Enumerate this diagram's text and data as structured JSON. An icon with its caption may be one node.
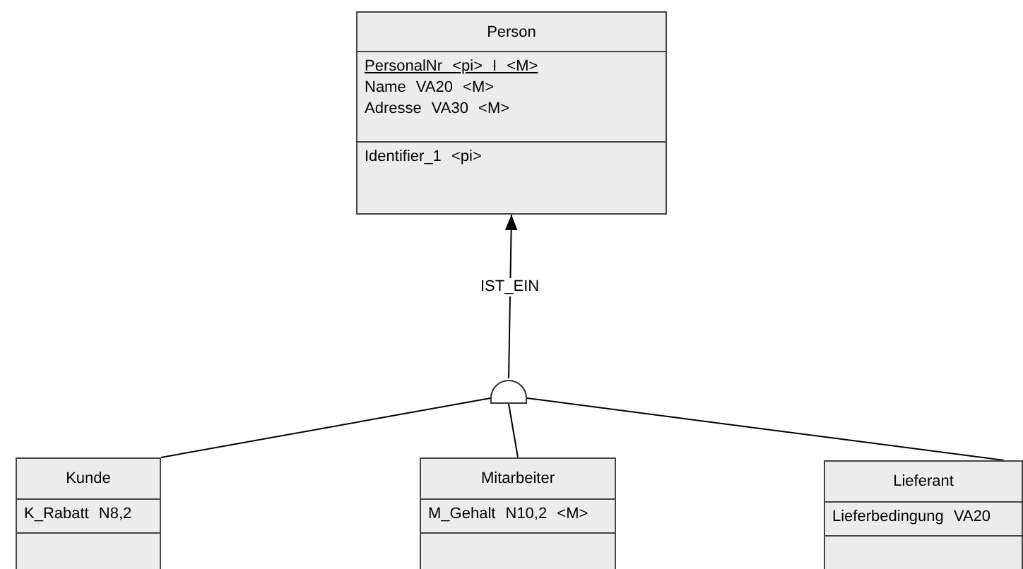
{
  "diagram": {
    "nodes": [
      {
        "text": [
          "Person",
          "PersonalNr <pi> I <M>",
          "Name VA20 <M>",
          "Adresse VA30 <M>",
          "Identifier_1 <pi>"
        ]
      },
      {
        "text": [],
        "shape": "semicircle"
      },
      {
        "text": [
          "Kunde",
          "K_Rabatt N8,2"
        ]
      },
      {
        "text": [
          "Mitarbeiter",
          "M_Gehalt N10,2 <M>"
        ]
      },
      {
        "text": [
          "Lieferant",
          "Lieferbedingung VA20"
        ]
      }
    ],
    "edges": [
      {
        "from": 1,
        "to": 0,
        "arrow": "to",
        "label": "IST_EIN"
      },
      {
        "from": 2,
        "to": 1,
        "arrow": "none"
      },
      {
        "from": 3,
        "to": 1,
        "arrow": "none"
      },
      {
        "from": 4,
        "to": 1,
        "arrow": "none"
      }
    ]
  }
}
